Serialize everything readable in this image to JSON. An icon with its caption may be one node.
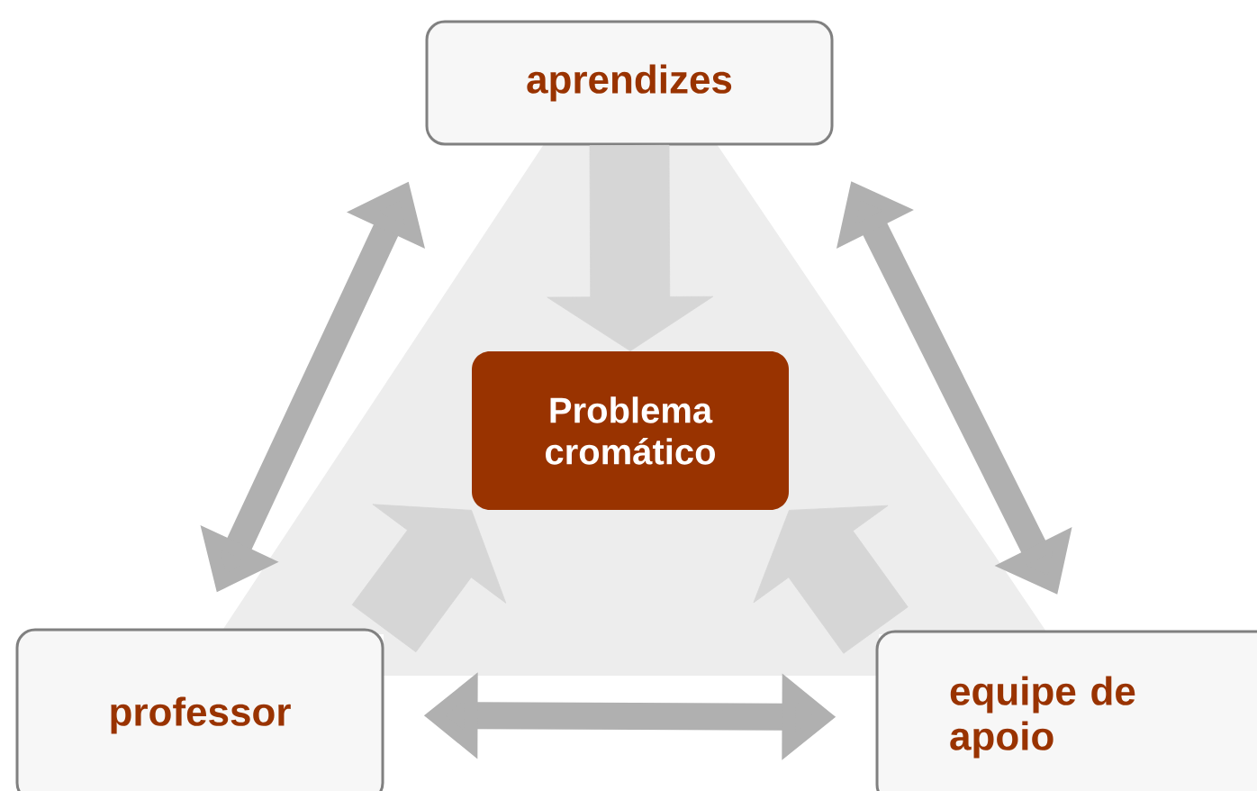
{
  "diagram": {
    "nodes": [
      {
        "text": [
          "aprendizes"
        ]
      },
      {
        "text": [
          "Problema cromático"
        ]
      },
      {
        "text": [
          "professor"
        ]
      },
      {
        "text": [
          "equipe de apoio"
        ]
      }
    ],
    "edges": [
      {
        "from": 0,
        "to": 1,
        "arrow": "to",
        "style": "thick",
        "color": "#d6d6d6"
      },
      {
        "from": 2,
        "to": 1,
        "arrow": "to",
        "style": "thick",
        "color": "#d6d6d6"
      },
      {
        "from": 3,
        "to": 1,
        "arrow": "to",
        "style": "thick",
        "color": "#d6d6d6"
      },
      {
        "from": 0,
        "to": 2,
        "arrow": "both"
      },
      {
        "from": 0,
        "to": 3,
        "arrow": "both"
      },
      {
        "from": 2,
        "to": 3,
        "arrow": "both"
      }
    ]
  }
}
